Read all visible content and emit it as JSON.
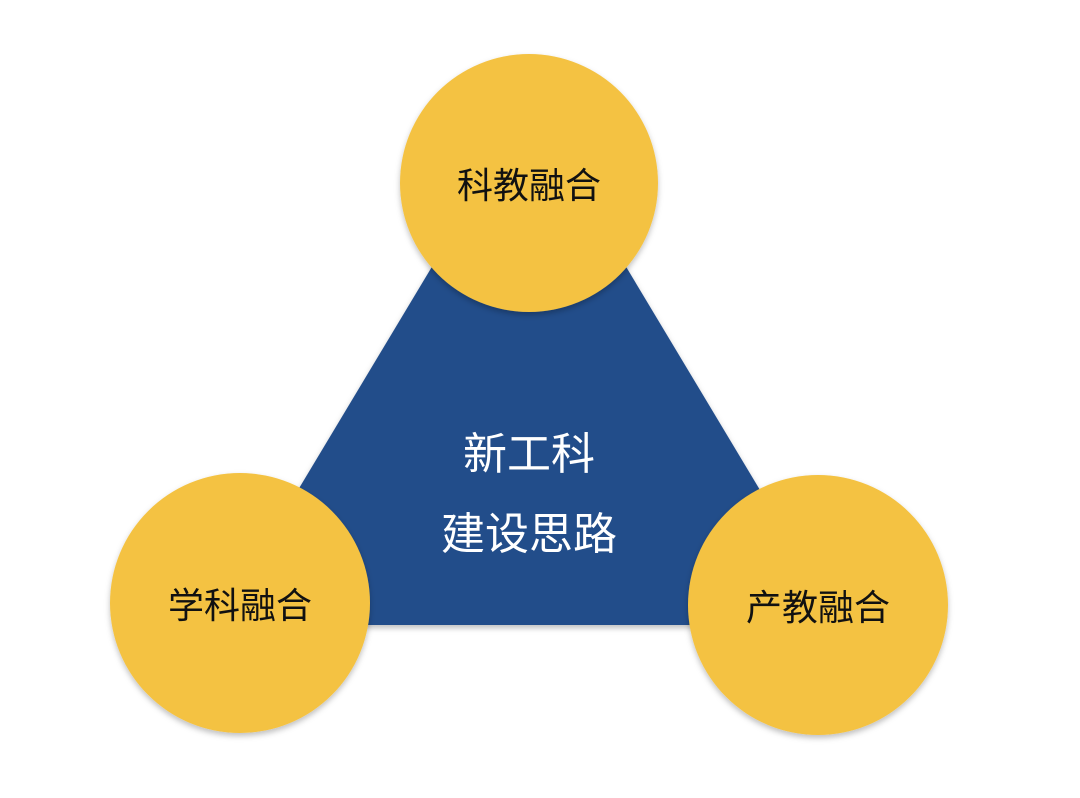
{
  "colors": {
    "triangle": "#224E8A",
    "circle": "#F4C243",
    "circle_text": "#111111",
    "center_text": "#FFFFFF"
  },
  "center": {
    "line1": "新工科",
    "line2": "建设思路"
  },
  "nodes": {
    "top": "科教融合",
    "left": "学科融合",
    "right": "产教融合"
  }
}
